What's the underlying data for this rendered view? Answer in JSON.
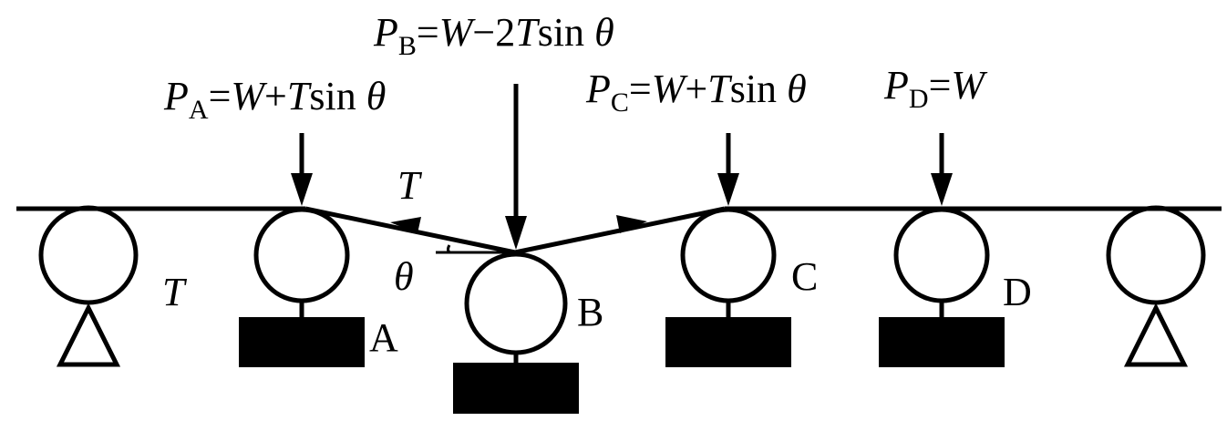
{
  "labels": {
    "P": "P",
    "W": "W",
    "T": "T",
    "eq": "=",
    "plus": "+",
    "minus": "−",
    "two": "2",
    "sin": "sin",
    "theta": "θ",
    "sub_a": "A",
    "sub_b": "B",
    "sub_c": "C",
    "sub_d": "D"
  },
  "roller_names": {
    "a": "A",
    "b": "B",
    "c": "C",
    "d": "D"
  },
  "tension_labels": {
    "upper": "T",
    "left": "T"
  },
  "angle_label": "θ"
}
